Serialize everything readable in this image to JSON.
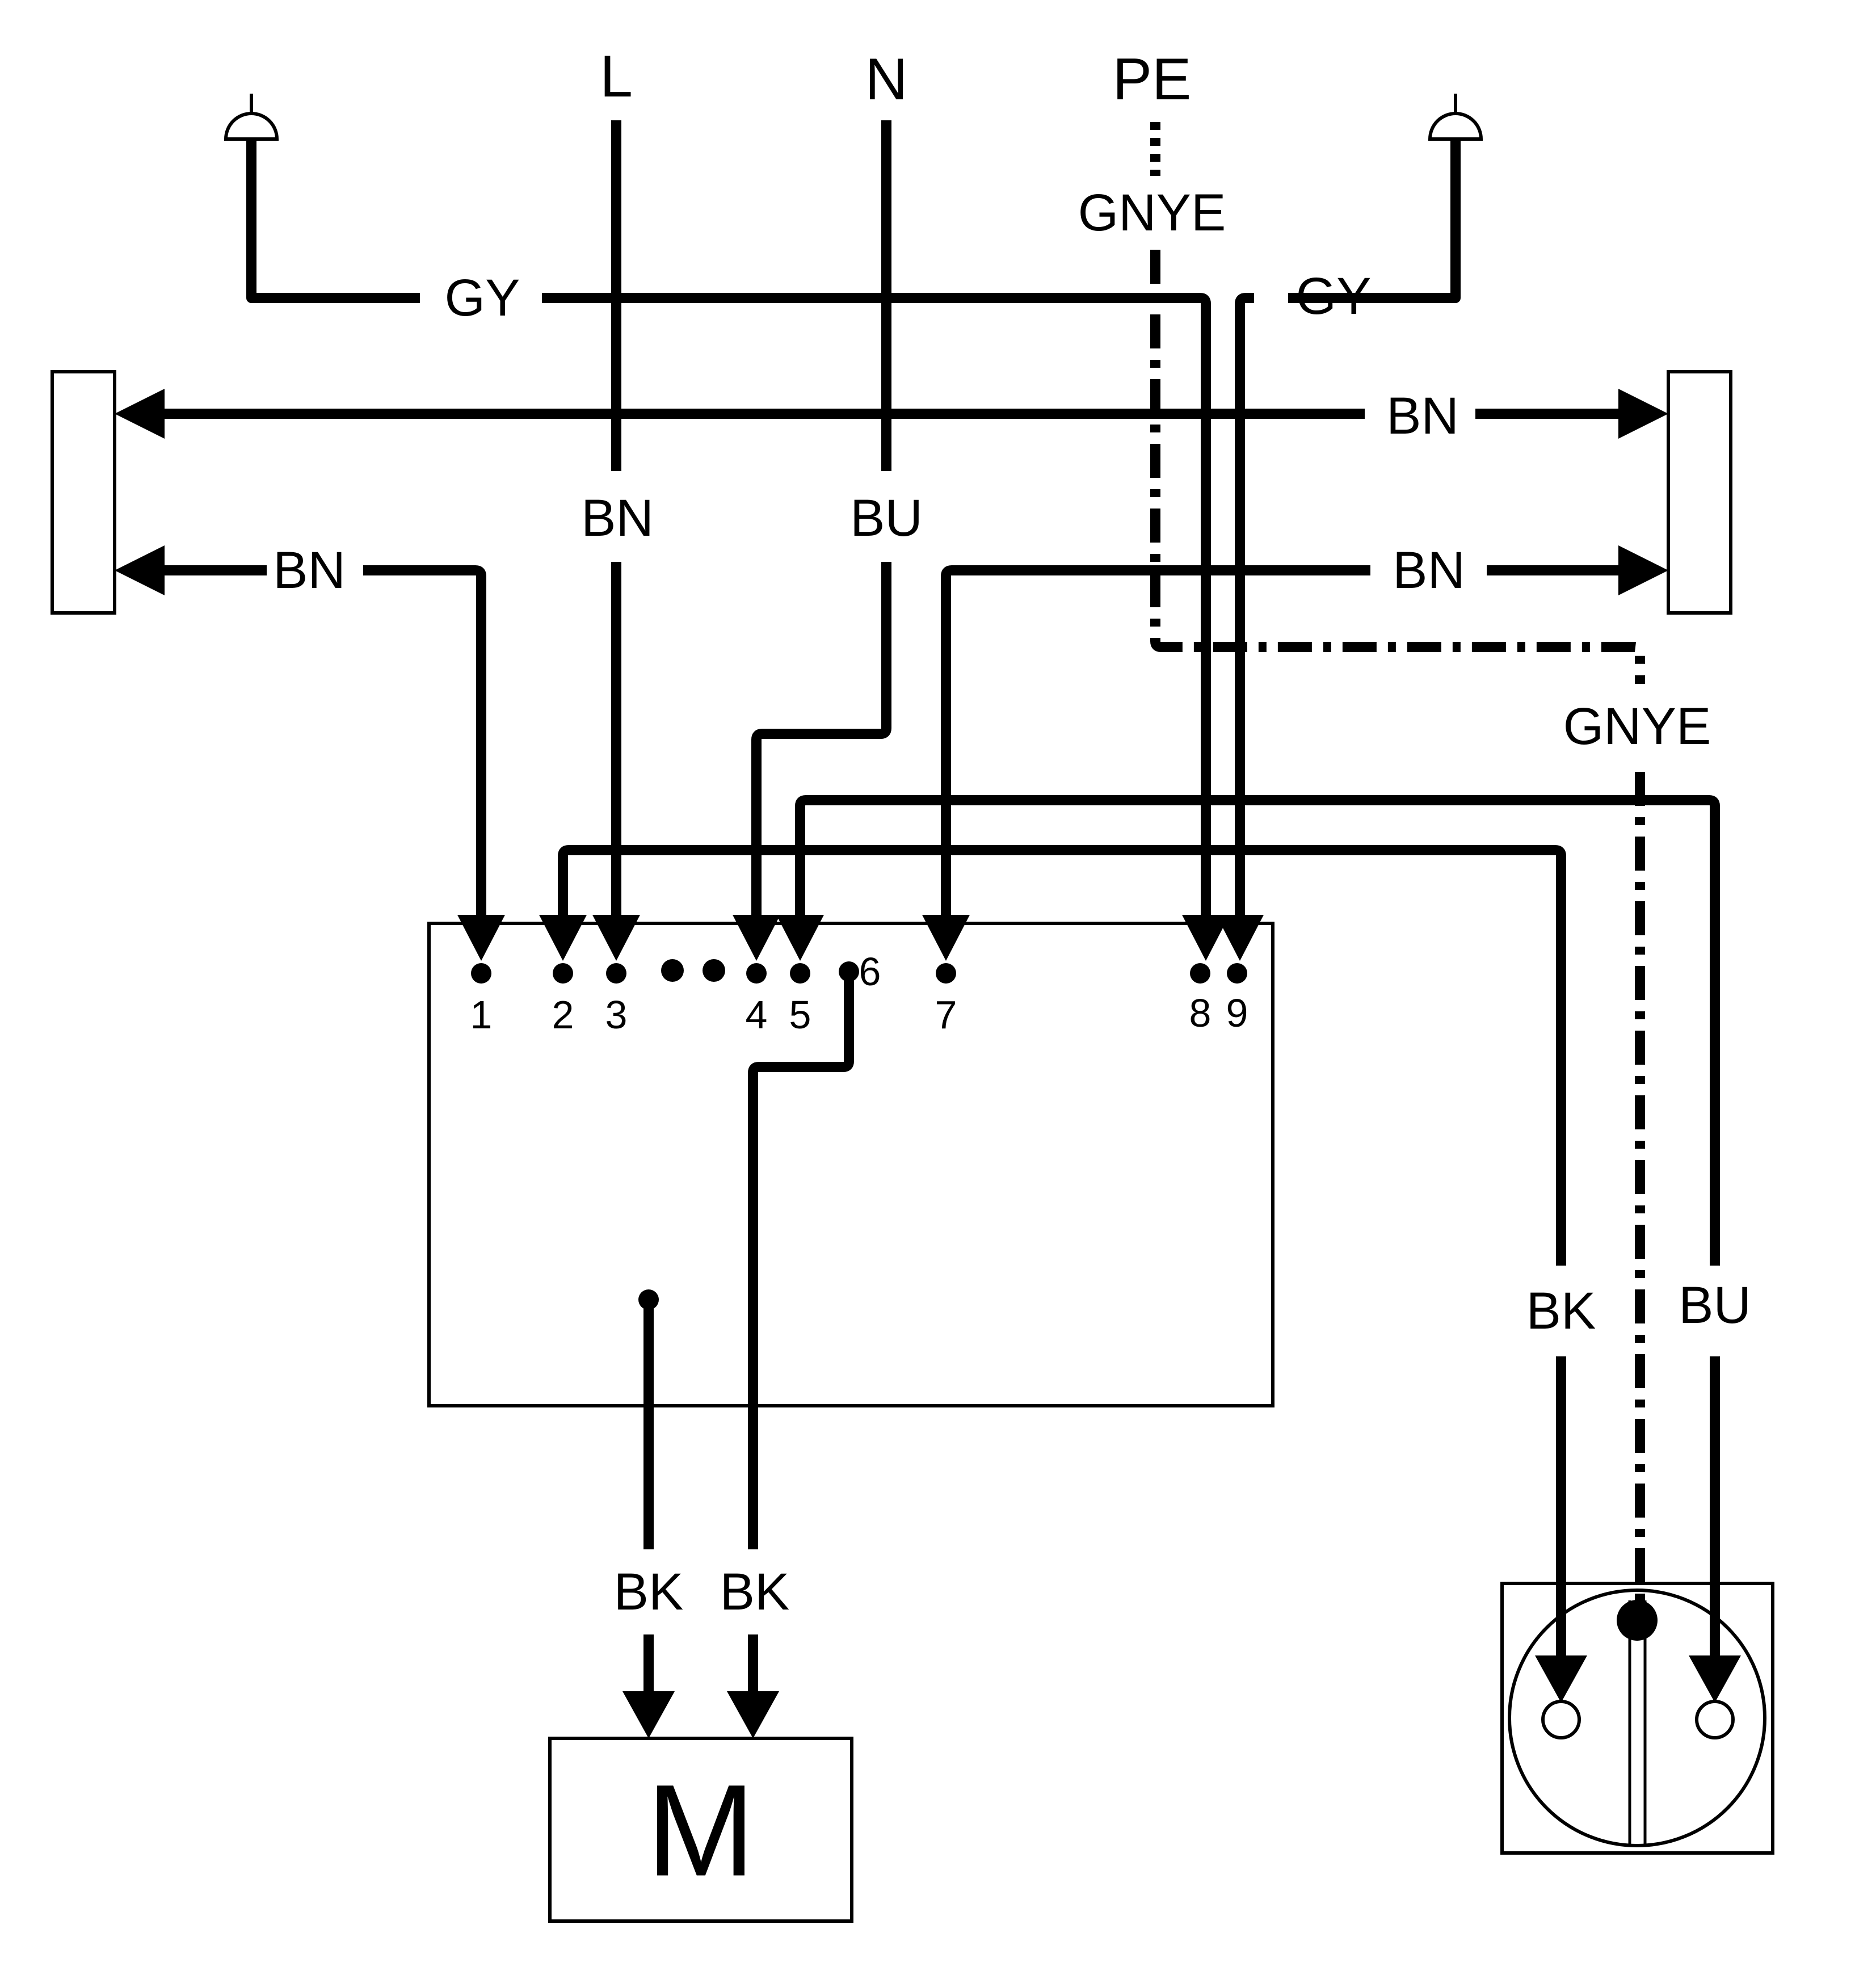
{
  "supply": {
    "line_label": "L",
    "neutral_label": "N",
    "earth_label": "PE"
  },
  "wires": {
    "gy_left": "GY",
    "gy_right": "GY",
    "bn_top_right": "BN",
    "bn_left": "BN",
    "bn_line": "BN",
    "bu_neutral": "BU",
    "bn_right": "BN",
    "gnye_top": "GNYE",
    "gnye_socket": "GNYE",
    "bk_socket": "BK",
    "bu_socket": "BU",
    "bk_motor_1": "BK",
    "bk_motor_2": "BK"
  },
  "terminals": {
    "t1": "1",
    "t2": "2",
    "t3": "3",
    "t4": "4",
    "t5": "5",
    "t6": "6",
    "t7": "7",
    "t8": "8",
    "t9": "9"
  },
  "motor": {
    "label": "M"
  },
  "icons": {
    "left_sensor": "antenna-icon",
    "right_sensor": "antenna-icon",
    "socket": "power-socket-icon"
  }
}
